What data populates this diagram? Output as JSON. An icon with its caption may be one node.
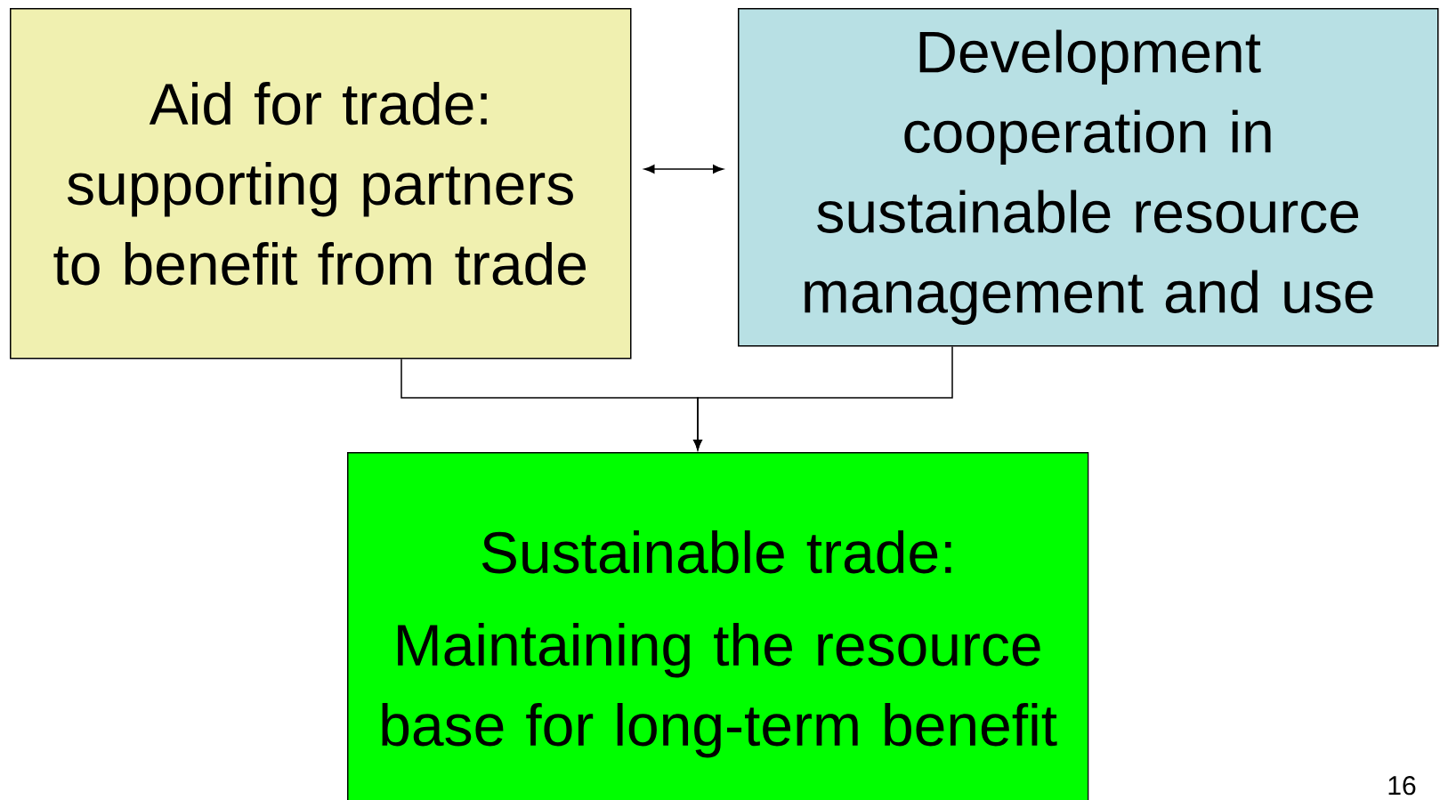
{
  "diagram": {
    "nodes": [
      {
        "text": [
          "Aid for trade: supporting partners to benefit from trade"
        ]
      },
      {
        "text": [
          "Development cooperation in sustainable resource management and use"
        ]
      },
      {
        "text": [
          "Sustainable trade:",
          "Maintaining the resource base for long-term benefit"
        ]
      }
    ],
    "edges": [
      {
        "from": 0,
        "to": 1,
        "arrow": "both"
      },
      {
        "from": 0,
        "to": 2,
        "arrow": "to"
      },
      {
        "from": 1,
        "to": 2,
        "arrow": "to"
      }
    ],
    "labels": [
      "16"
    ]
  }
}
